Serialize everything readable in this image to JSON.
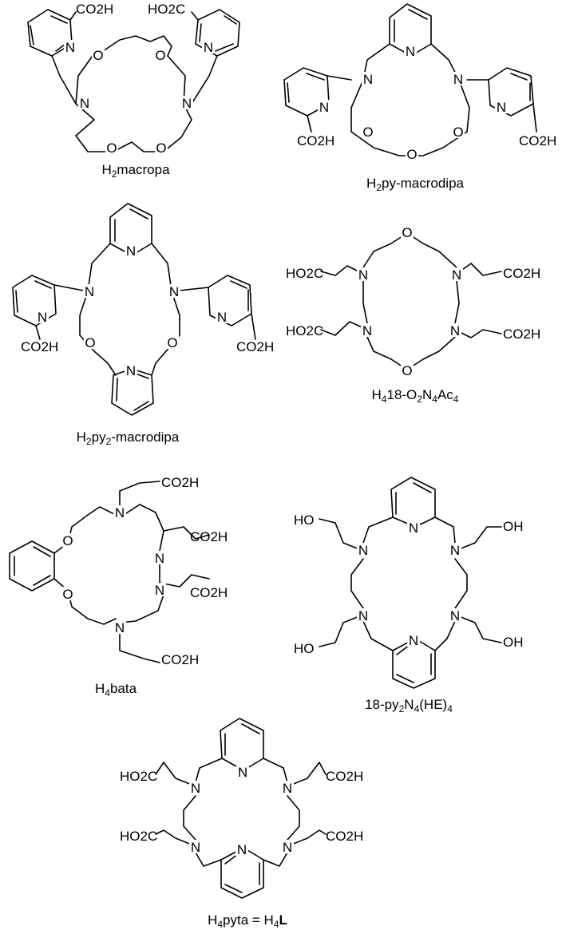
{
  "figure": {
    "compounds": [
      {
        "id": "macropa",
        "name": [
          "H",
          "2",
          "macropa"
        ],
        "atoms": {
          "n1": "N",
          "n2": "N",
          "o1": "O",
          "o2": "O",
          "o3": "O",
          "o4": "O",
          "pyn1": "N",
          "pyn2": "N",
          "c1": "CO2H",
          "c2": "HO2C"
        }
      },
      {
        "id": "py-macrodipa",
        "name": [
          "H",
          "2",
          "py-macrodipa"
        ],
        "atoms": {
          "n1": "N",
          "n2": "N",
          "o1": "O",
          "o2": "O",
          "o3": "O",
          "pyn0": "N",
          "pyn1": "N",
          "pyn2": "N",
          "c1": "CO2H",
          "c2": "CO2H"
        }
      },
      {
        "id": "py2-macrodipa",
        "name": [
          "H",
          "2",
          "py",
          "2",
          "-macrodipa"
        ],
        "atoms": {
          "n1": "N",
          "n2": "N",
          "o1": "O",
          "o2": "O",
          "pyn0": "N",
          "pyn3": "N",
          "pyn1": "N",
          "pyn2": "N",
          "c1": "CO2H",
          "c2": "CO2H"
        }
      },
      {
        "id": "18-O2N4Ac4",
        "name": [
          "H",
          "4",
          "18-O",
          "2",
          "N",
          "4",
          "Ac",
          "4"
        ],
        "atoms": {
          "n1": "N",
          "n2": "N",
          "n3": "N",
          "n4": "N",
          "o1": "O",
          "o2": "O",
          "a1": "HO2C",
          "a2": "CO2H",
          "a3": "HO2C",
          "a4": "CO2H"
        }
      },
      {
        "id": "bata",
        "name": [
          "H",
          "4",
          "bata"
        ],
        "atoms": {
          "n1": "N",
          "n2": "N",
          "n3": "N",
          "n4": "N",
          "o1": "O",
          "o2": "O",
          "a1": "CO2H",
          "a2": "CO2H",
          "a3": "CO2H",
          "a4": "CO2H"
        }
      },
      {
        "id": "18-py2N4(HE)4",
        "name": [
          "18-py",
          "2",
          "N",
          "4",
          "(HE)",
          "4"
        ],
        "atoms": {
          "n1": "N",
          "n2": "N",
          "n3": "N",
          "n4": "N",
          "pyn1": "N",
          "pyn2": "N",
          "h1": "HO",
          "h2": "OH",
          "h3": "HO",
          "h4": "OH"
        }
      },
      {
        "id": "pyta",
        "name": [
          "H",
          "4",
          "pyta = H",
          "4",
          "L"
        ],
        "atoms": {
          "n1": "N",
          "n2": "N",
          "n3": "N",
          "n4": "N",
          "pyn1": "N",
          "pyn2": "N",
          "a1": "HO2C",
          "a2": "CO2H",
          "a3": "HO2C",
          "a4": "CO2H"
        }
      }
    ]
  }
}
